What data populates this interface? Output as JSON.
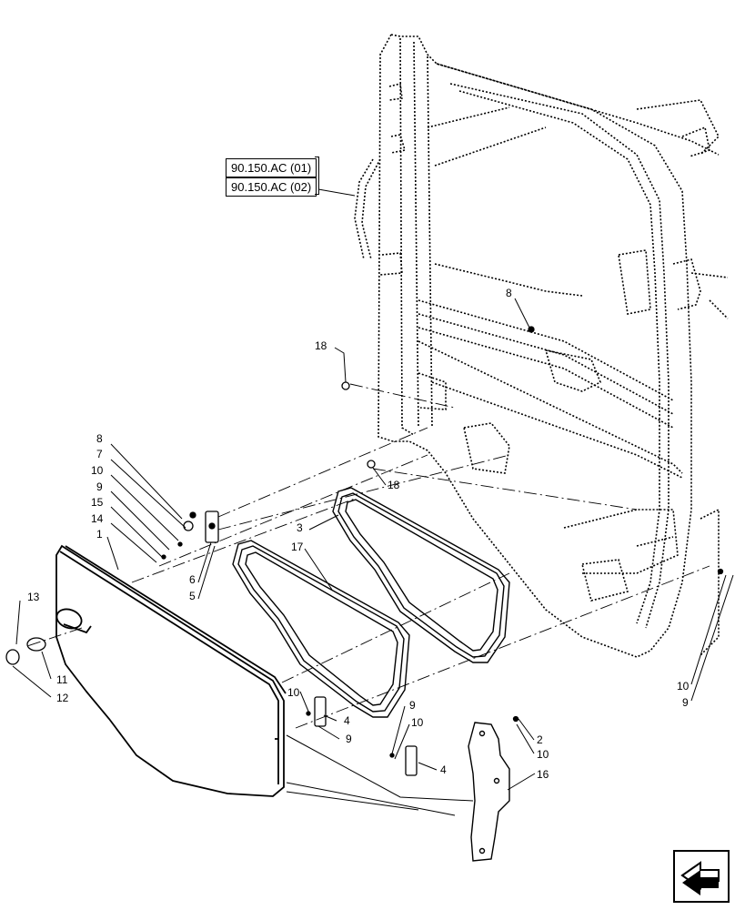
{
  "references": [
    {
      "id": "ref-90-150-ac-01",
      "label": "90.150.AC (01)"
    },
    {
      "id": "ref-90-150-ac-02",
      "label": "90.150.AC (02)"
    }
  ],
  "callouts": {
    "c1": "1",
    "c2": "2",
    "c3": "3",
    "c4a": "4",
    "c4b": "4",
    "c5": "5",
    "c6": "6",
    "c7": "7",
    "c8a": "8",
    "c8b": "8",
    "c9a": "9",
    "c9b": "9",
    "c9c": "9",
    "c9d": "9",
    "c10a": "10",
    "c10b": "10",
    "c10c": "10",
    "c10d": "10",
    "c10e": "10",
    "c11": "11",
    "c12": "12",
    "c13": "13",
    "c14": "14",
    "c15": "15",
    "c16": "16",
    "c17": "17",
    "c18a": "18",
    "c18b": "18"
  },
  "icons": {
    "navigation": "arrow-navigation-icon"
  },
  "colors": {
    "line": "#000000",
    "background": "#ffffff"
  }
}
